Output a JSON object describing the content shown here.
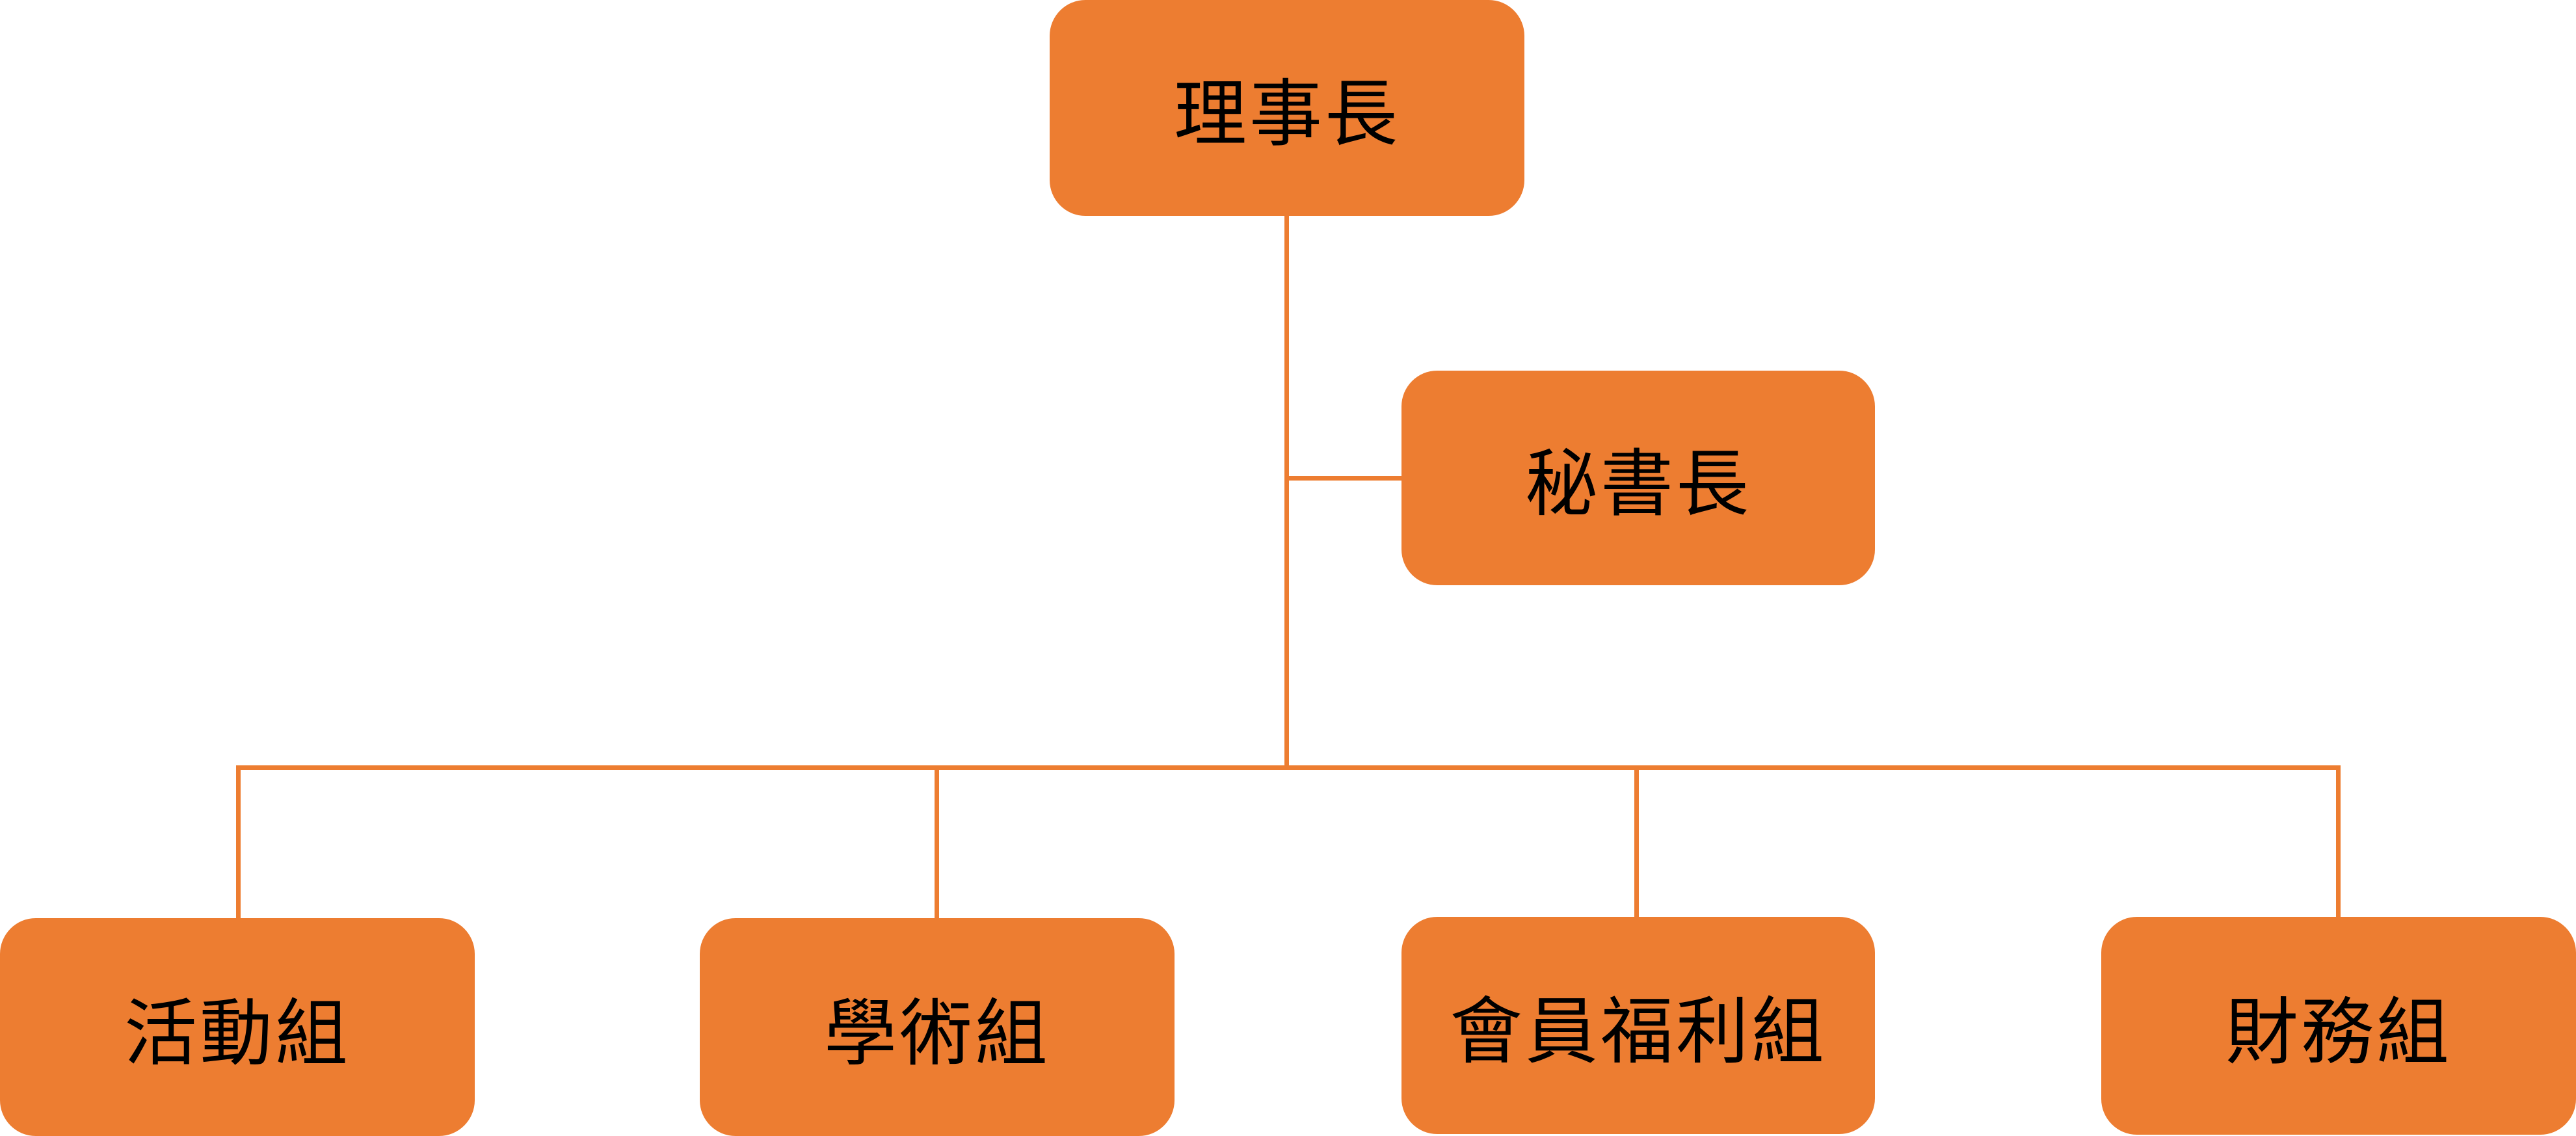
{
  "colors": {
    "box_fill": "#ED7D31",
    "connector": "#ED7D31",
    "text": "#000000"
  },
  "nodes": {
    "chairman": "理事長",
    "secretary_general": "秘書長",
    "groups": [
      "活動組",
      "學術組",
      "會員福利組",
      "財務組"
    ]
  }
}
